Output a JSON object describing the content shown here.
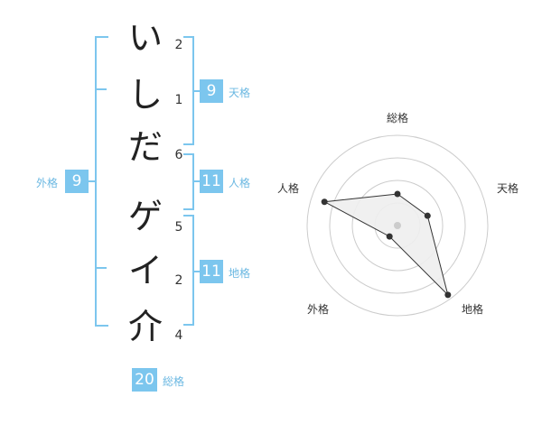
{
  "name": {
    "characters": [
      "い",
      "し",
      "だ",
      "ゲ",
      "イ",
      "介"
    ],
    "strokes": [
      "2",
      "1",
      "6",
      "5",
      "2",
      "4"
    ]
  },
  "fortune": {
    "tenkaku": {
      "value": "9",
      "label": "天格"
    },
    "jinkaku": {
      "value": "11",
      "label": "人格"
    },
    "chikaku": {
      "value": "11",
      "label": "地格"
    },
    "gaikaku": {
      "value": "9",
      "label": "外格"
    },
    "soukaku": {
      "value": "20",
      "label": "総格"
    }
  },
  "chart_data": {
    "type": "radar",
    "axes": [
      "総格",
      "天格",
      "地格",
      "外格",
      "人格"
    ],
    "values": [
      0.35,
      0.35,
      0.95,
      0.15,
      0.85
    ],
    "rings": 4,
    "colors": {
      "fill": "#eeeeee",
      "line": "#333333",
      "ring": "#cccccc",
      "center": "#cccccc"
    }
  }
}
